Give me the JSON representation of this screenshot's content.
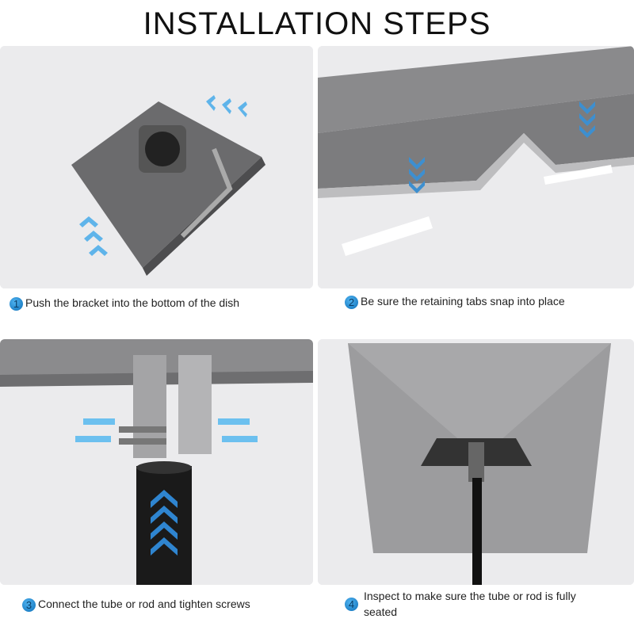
{
  "title": "INSTALLATION STEPS",
  "steps": [
    {
      "number": "1",
      "text": "Push the bracket into the bottom of the dish"
    },
    {
      "number": "2",
      "text": "Be sure the retaining tabs snap into place"
    },
    {
      "number": "3",
      "text": "Connect the tube or rod and tighten screws"
    },
    {
      "number": "4",
      "text": "Inspect to make sure the tube or rod is fully seated"
    }
  ],
  "colors": {
    "accent": "#1a8ad4",
    "panel": "#e8e8ea",
    "bracket": "#6b6b6d"
  }
}
